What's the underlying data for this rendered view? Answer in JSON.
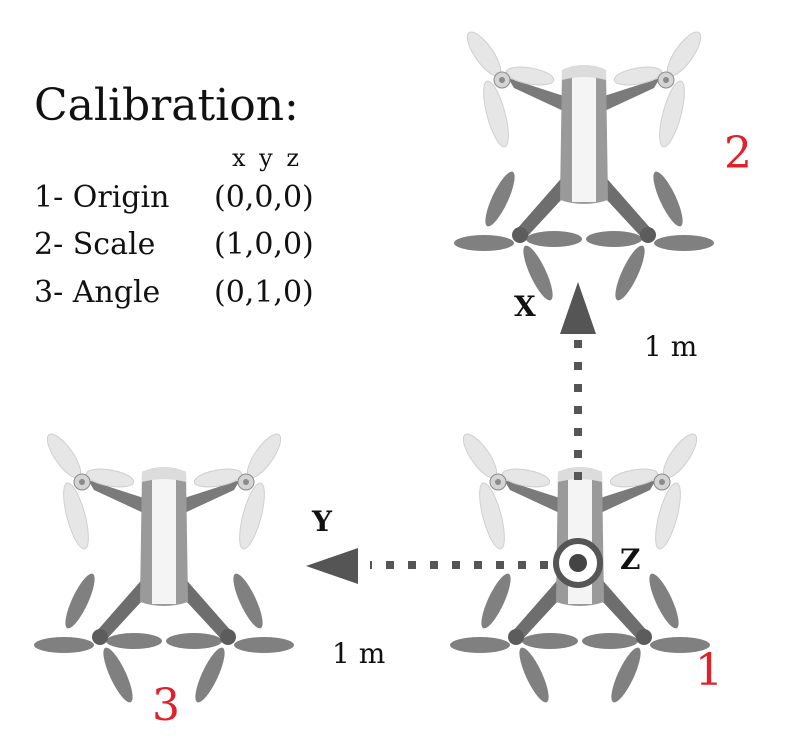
{
  "calibration": {
    "title": "Calibration:",
    "coord_header": "x y z",
    "rows": [
      {
        "label": "1- Origin",
        "coords": "(0,0,0)"
      },
      {
        "label": "2- Scale",
        "coords": "(1,0,0)"
      },
      {
        "label": "3- Angle",
        "coords": "(0,1,0)"
      }
    ]
  },
  "axes": {
    "x_label": "X",
    "y_label": "Y",
    "z_label": "Z",
    "x_distance": "1 m",
    "y_distance": "1 m"
  },
  "drones": [
    {
      "number": "1"
    },
    {
      "number": "2"
    },
    {
      "number": "3"
    }
  ],
  "colors": {
    "number_red": "#e0202a",
    "arrow_gray": "#555555",
    "text": "#111111"
  }
}
